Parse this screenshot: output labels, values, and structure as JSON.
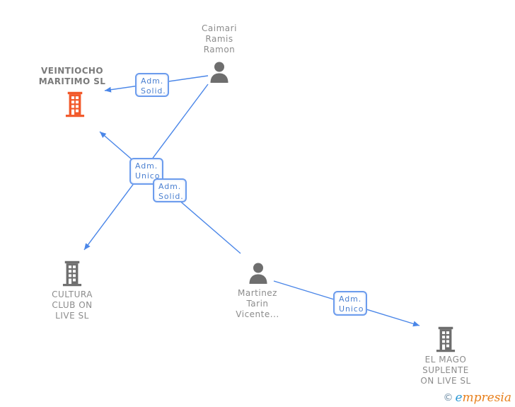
{
  "nodes": {
    "caimari": {
      "id": "caimari",
      "type": "person",
      "label_lines": [
        "Caimari",
        "Ramis",
        "Ramon"
      ]
    },
    "veintiocho": {
      "id": "veintiocho",
      "type": "company",
      "highlighted": true,
      "label_lines": [
        "VEINTIOCHO",
        "MARITIMO SL"
      ]
    },
    "cultura": {
      "id": "cultura",
      "type": "company",
      "label_lines": [
        "CULTURA",
        "CLUB ON",
        "LIVE SL"
      ]
    },
    "martinez": {
      "id": "martinez",
      "type": "person",
      "label_lines": [
        "Martinez",
        "Tarin",
        "Vicente..."
      ]
    },
    "elmago": {
      "id": "elmago",
      "type": "company",
      "label_lines": [
        "EL MAGO",
        "SUPLENTE",
        "ON LIVE SL"
      ]
    }
  },
  "edges": [
    {
      "from": "caimari",
      "to": "veintiocho",
      "label_lines": [
        "Adm.",
        "Solid."
      ]
    },
    {
      "from": "caimari",
      "to": "cultura",
      "label_lines": [
        "Adm.",
        "Unico"
      ]
    },
    {
      "from": "martinez",
      "to": "veintiocho",
      "label_lines": [
        "Adm.",
        "Solid."
      ]
    },
    {
      "from": "martinez",
      "to": "elmago",
      "label_lines": [
        "Adm.",
        "Unico"
      ]
    }
  ],
  "watermark": {
    "copyright": "©",
    "brand_initial": "e",
    "brand_rest": "mpresia"
  },
  "colors": {
    "edge_blue": "#4a86e8",
    "box_border_blue": "#6c9ced",
    "box_text_blue": "#4a7fd0",
    "icon_gray": "#6e6e6e",
    "text_gray": "#8c8c8c",
    "title_gray": "#7a7a7a",
    "highlight_orange": "#f2592a",
    "brand_blue": "#2e9ad6",
    "brand_orange": "#e8801d",
    "background": "#ffffff"
  }
}
